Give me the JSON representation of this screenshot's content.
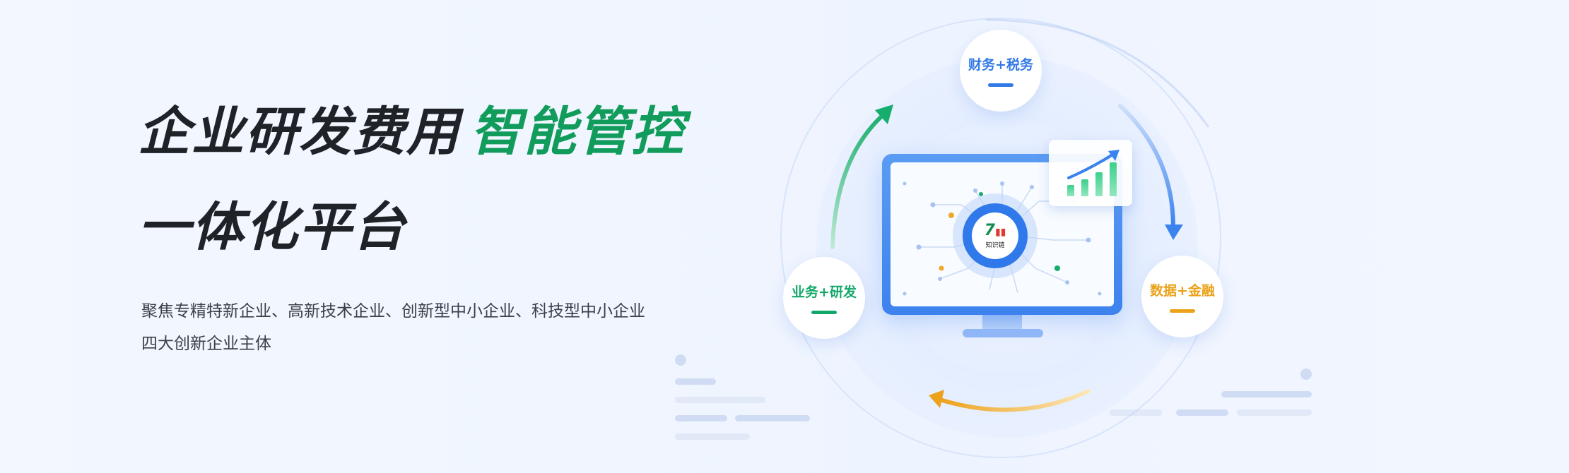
{
  "headline": {
    "part1": "企业研发费用",
    "accent": "智能管控",
    "line2": "一体化平台"
  },
  "description": {
    "line1": "聚焦专精特新企业、高新技术企业、创新型中小企业、科技型中小企业",
    "line2": "四大创新企业主体"
  },
  "nodes": {
    "top": "财务+税务",
    "left": "业务+研发",
    "right": "数据+金融"
  },
  "logo": {
    "text": "知识链"
  },
  "colors": {
    "headline": "#1f2227",
    "accent_green": "#119c5c",
    "blue": "#3179e6",
    "green": "#13a86a",
    "orange": "#eba219"
  },
  "icons": [
    "computer-monitor-icon",
    "growth-chart-icon",
    "arrow-cycle-icon"
  ]
}
